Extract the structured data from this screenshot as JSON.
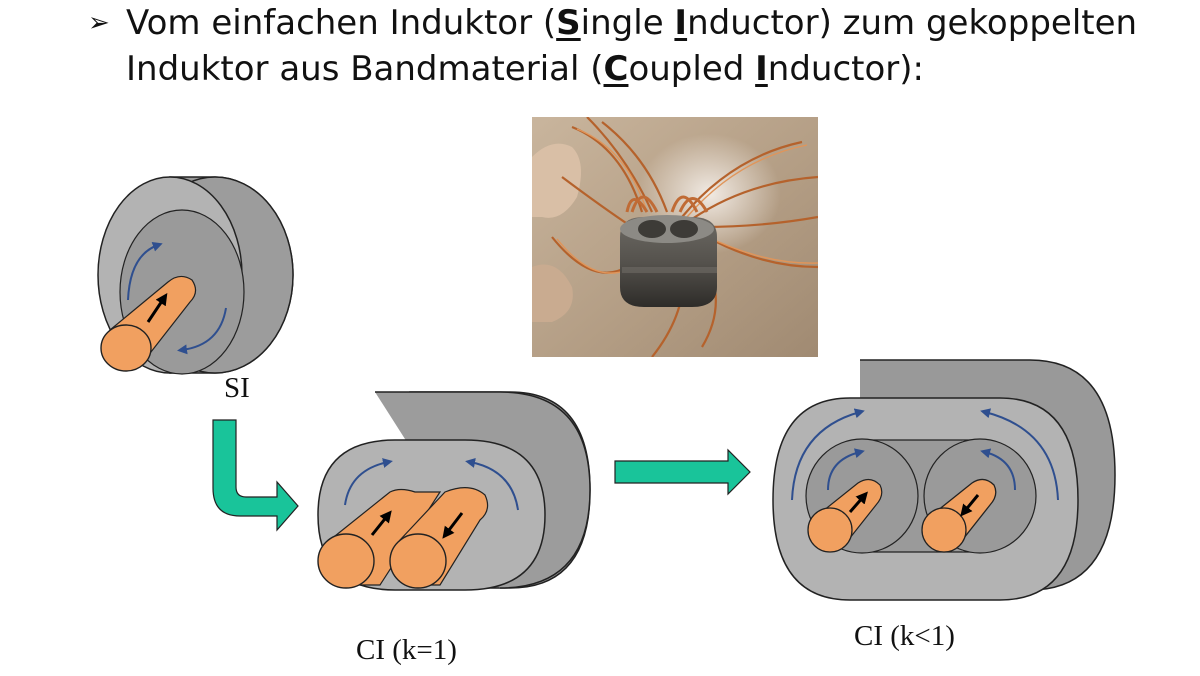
{
  "bullet": {
    "marker": "➢",
    "parts": [
      "Vom einfachen Induktor (",
      "S",
      "ingle ",
      "I",
      "nductor) zum gekoppelten Induktor aus Bandmaterial (",
      "C",
      "oupled ",
      "I",
      "nductor):"
    ]
  },
  "labels": {
    "si": "SI",
    "ci_k1": "CI (k=1)",
    "ci_k_less_1": "CI (k<1)"
  },
  "colors": {
    "core_gray": "#b3b3b3",
    "core_dark": "#999999",
    "copper": "#f1a060",
    "flux_arrow": "#2f4f8f",
    "transition_arrow": "#19c49a"
  },
  "photo": {
    "description_icon": "coupled-inductor-photo"
  }
}
